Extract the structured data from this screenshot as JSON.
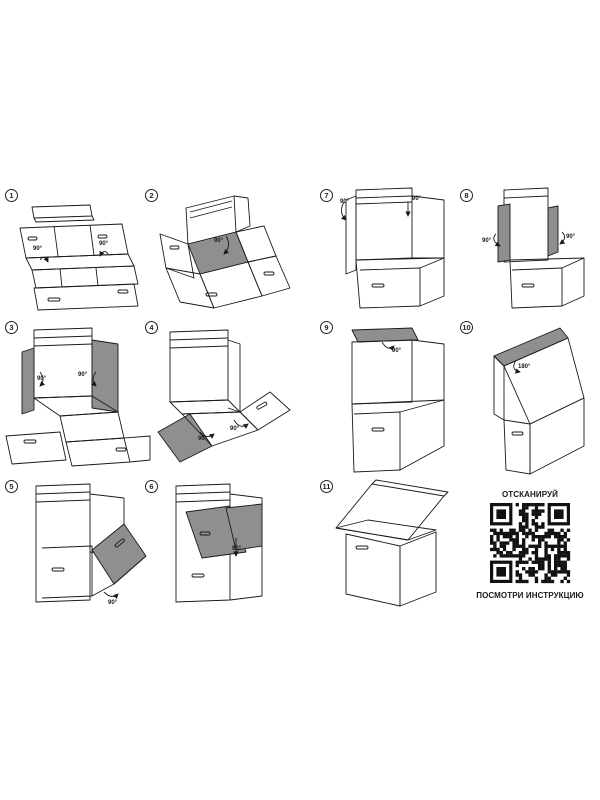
{
  "steps": [
    {
      "number": "1",
      "angles": [
        "90°",
        "90°"
      ]
    },
    {
      "number": "2",
      "angles": [
        "90°"
      ]
    },
    {
      "number": "3",
      "angles": [
        "90°",
        "90°"
      ]
    },
    {
      "number": "4",
      "angles": [
        "90°",
        "90°"
      ]
    },
    {
      "number": "5",
      "angles": [
        "90°"
      ]
    },
    {
      "number": "6",
      "angles": [
        "90°"
      ]
    },
    {
      "number": "7",
      "angles": [
        "90°",
        "90°"
      ]
    },
    {
      "number": "8",
      "angles": [
        "90°",
        "90°"
      ]
    },
    {
      "number": "9",
      "angles": [
        "90°"
      ]
    },
    {
      "number": "10",
      "angles": [
        "180°"
      ]
    },
    {
      "number": "11",
      "angles": []
    }
  ],
  "qr": {
    "top_caption": "ОТСКАНИРУЙ",
    "bottom_caption": "ПОСМОТРИ ИНСТРУКЦИЮ"
  },
  "colors": {
    "line": "#1a1a1a",
    "panel_shade": "#8f8f8f",
    "panel_light": "#ffffff"
  }
}
